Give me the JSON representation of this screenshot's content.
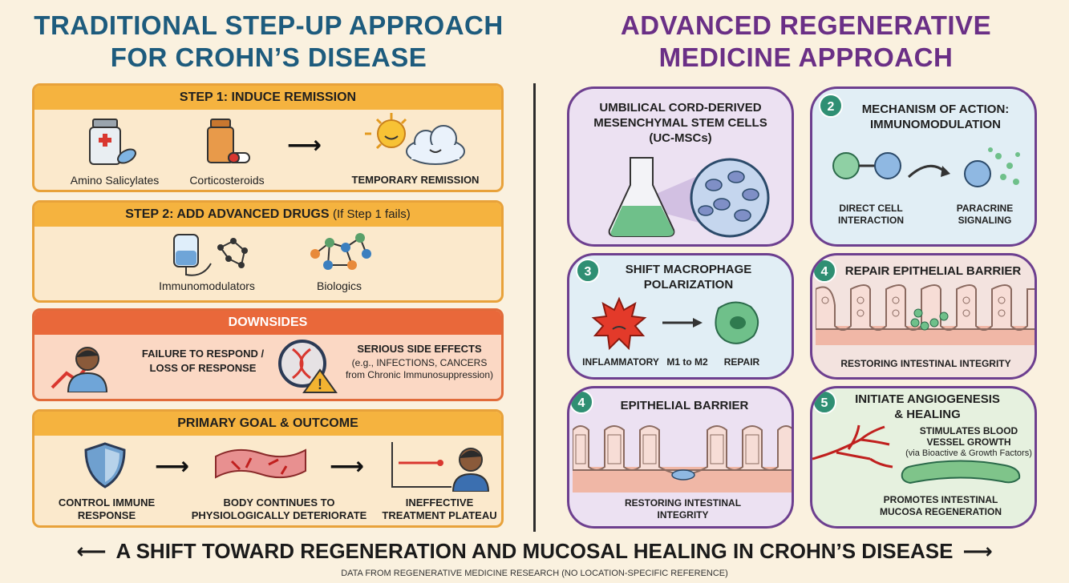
{
  "left_title": [
    "TRADITIONAL STEP-UP APPROACH",
    "FOR CROHN’S DISEASE"
  ],
  "right_title": [
    "ADVANCED REGENERATIVE",
    "MEDICINE APPROACH"
  ],
  "step1": {
    "header": "STEP 1: INDUCE REMISSION",
    "items": [
      "Amino Salicylates",
      "Corticosteroids"
    ],
    "result": "TEMPORARY REMISSION"
  },
  "step2": {
    "header": "STEP 2: ADD ADVANCED DRUGS",
    "header_sub": "(If Step 1 fails)",
    "items": [
      "Immunomodulators",
      "Biologics"
    ]
  },
  "downsides": {
    "header": "DOWNSIDES",
    "item1": [
      "FAILURE TO RESPOND /",
      "LOSS OF RESPONSE"
    ],
    "item2": [
      "SERIOUS SIDE EFFECTS",
      "(e.g., INFECTIONS, CANCERS",
      "from Chronic Immunosuppression)"
    ]
  },
  "goal": {
    "header": "PRIMARY GOAL & OUTCOME",
    "items": [
      [
        "CONTROL IMMUNE",
        "RESPONSE"
      ],
      [
        "BODY CONTINUES TO",
        "PHYSIOLOGICALLY DETERIORATE"
      ],
      [
        "INEFFECTIVE",
        "TREATMENT PLATEAU"
      ]
    ]
  },
  "cards": [
    {
      "title": [
        "UMBILICAL CORD-DERIVED",
        "MESENCHYMAL STEM CELLS",
        "(UC-MSCs)"
      ]
    },
    {
      "badge": "2",
      "title": [
        "MECHANISM OF ACTION:",
        "IMMUNOMODULATION"
      ],
      "labels": [
        [
          "DIRECT CELL",
          "INTERACTION"
        ],
        [
          "PARACRINE",
          "SIGNALING"
        ]
      ]
    },
    {
      "badge": "3",
      "title": [
        "SHIFT MACROPHAGE",
        "POLARIZATION"
      ],
      "labels": [
        "INFLAMMATORY",
        "M1 to M2",
        "REPAIR"
      ]
    },
    {
      "badge": "4",
      "title": [
        "REPAIR EPITHELIAL BARRIER"
      ],
      "caption": "RESTORING INTESTINAL INTEGRITY"
    },
    {
      "badge": "4",
      "title": [
        "EPITHELIAL BARRIER"
      ],
      "caption": [
        "RESTORING INTESTINAL",
        "INTEGRITY"
      ]
    },
    {
      "badge": "5",
      "title": [
        "INITIATE ANGIOGENESIS",
        "& HEALING"
      ],
      "note": [
        "STIMULATES BLOOD",
        "VESSEL GROWTH",
        "(via Bioactive & Growth Factors)"
      ],
      "caption": [
        "PROMOTES INTESTINAL",
        "MUCOSA REGENERATION"
      ]
    }
  ],
  "banner": "A SHIFT TOWARD REGENERATION AND MUCOSAL HEALING IN CROHN’S DISEASE",
  "footnote": "DATA FROM REGENERATIVE MEDICINE RESEARCH (NO LOCATION-SPECIFIC REFERENCE)",
  "colors": {
    "left_title": "#1d5b7d",
    "right_title": "#6a2f86",
    "accent_orange": "#f5b33f",
    "downside_red": "#e9683a",
    "badge_green": "#2f8f73"
  }
}
